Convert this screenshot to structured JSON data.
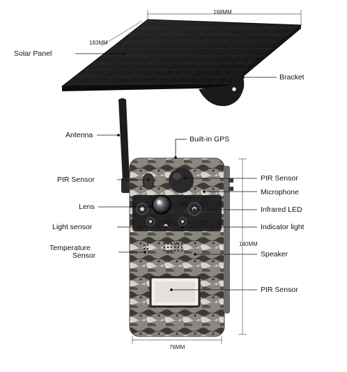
{
  "labels": {
    "solar_panel": "Solar Panel",
    "bracket": "Bracket",
    "antenna": "Antenna",
    "built_in_gps": "Built-in GPS",
    "pir_sensor_left": "PIR Sensor",
    "pir_sensor_right": "PIR Sensor",
    "microphone": "Microphone",
    "lens": "Lens",
    "infrared_led": "Infrared LED",
    "light_sensor": "Light sensor",
    "indicator_light": "Indicator light",
    "temperature_sensor_line1": "Temperature",
    "temperature_sensor_line2": "Sensor",
    "speaker": "Speaker",
    "pir_sensor_bottom": "PIR Sensor"
  },
  "dimensions": {
    "panel_width": "168MM",
    "panel_depth": "183MM",
    "camera_height": "140MM",
    "camera_width": "76MM"
  },
  "colors": {
    "panel": "#1b1b1d",
    "camo_base": "#8b8680",
    "camo_dark": "#3c3a37",
    "camo_light": "#d6d2cb",
    "line": "#111111"
  }
}
